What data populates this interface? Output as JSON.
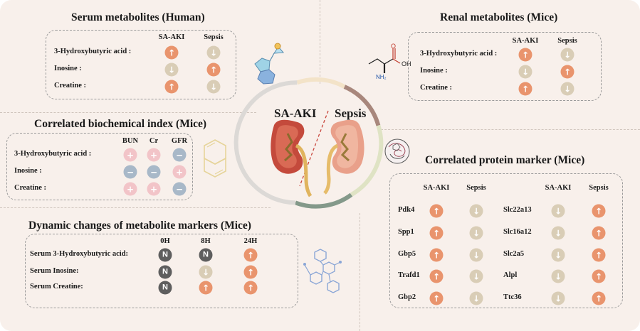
{
  "colors": {
    "background": "#f8f0eb",
    "up": "#e9946d",
    "down": "#d9cdb6",
    "plus": "#f2c4c8",
    "minus": "#a8b8c8",
    "n": "#5e5e5e"
  },
  "glyphs": {
    "up": "↑",
    "down": "↓",
    "plus": "+",
    "minus": "−",
    "n": "N"
  },
  "center": {
    "left_label": "SA-AKI",
    "right_label": "Sepsis"
  },
  "serum_human": {
    "title": "Serum metabolites (Human)",
    "columns": [
      "SA-AKI",
      "Sepsis"
    ],
    "rows": [
      {
        "label": "3-Hydroxybutyric acid :",
        "values": [
          "up",
          "down"
        ]
      },
      {
        "label": "Inosine :",
        "values": [
          "down",
          "up"
        ]
      },
      {
        "label": "Creatine :",
        "values": [
          "up",
          "down"
        ]
      }
    ]
  },
  "renal_mice": {
    "title": "Renal metabolites (Mice)",
    "columns": [
      "SA-AKI",
      "Sepsis"
    ],
    "rows": [
      {
        "label": "3-Hydroxybutyric acid :",
        "values": [
          "up",
          "down"
        ]
      },
      {
        "label": "Inosine :",
        "values": [
          "down",
          "up"
        ]
      },
      {
        "label": "Creatine :",
        "values": [
          "up",
          "down"
        ]
      }
    ]
  },
  "molecule": {
    "oh": "OH",
    "o": "O",
    "nh2": "NH₂"
  },
  "biochem": {
    "title": "Correlated biochemical index (Mice)",
    "columns": [
      "BUN",
      "Cr",
      "GFR"
    ],
    "rows": [
      {
        "label": "3-Hydroxybutyric acid :",
        "values": [
          "plus",
          "plus",
          "minus"
        ]
      },
      {
        "label": "Inosine :",
        "values": [
          "minus",
          "minus",
          "plus"
        ]
      },
      {
        "label": "Creatine :",
        "values": [
          "plus",
          "plus",
          "minus"
        ]
      }
    ]
  },
  "dynamic": {
    "title": "Dynamic changes of metabolite markers (Mice)",
    "columns": [
      "0H",
      "8H",
      "24H"
    ],
    "rows": [
      {
        "label": "Serum 3-Hydroxybutyric acid:",
        "values": [
          "n",
          "n",
          "up"
        ]
      },
      {
        "label": "Serum  Inosine:",
        "values": [
          "n",
          "down",
          "up"
        ]
      },
      {
        "label": "Serum  Creatine:",
        "values": [
          "n",
          "up",
          "up"
        ]
      }
    ]
  },
  "protein": {
    "title": "Correlated protein marker (Mice)",
    "columns": [
      "SA-AKI",
      "Sepsis",
      "SA-AKI",
      "Sepsis"
    ],
    "left_rows": [
      {
        "label": "Pdk4",
        "values": [
          "up",
          "down"
        ]
      },
      {
        "label": "Spp1",
        "values": [
          "up",
          "down"
        ]
      },
      {
        "label": "Gbp5",
        "values": [
          "up",
          "down"
        ]
      },
      {
        "label": "Trafd1",
        "values": [
          "up",
          "down"
        ]
      },
      {
        "label": "Gbp2",
        "values": [
          "up",
          "down"
        ]
      }
    ],
    "right_rows": [
      {
        "label": "Slc22a13",
        "values": [
          "down",
          "up"
        ]
      },
      {
        "label": "Slc16a12",
        "values": [
          "down",
          "up"
        ]
      },
      {
        "label": "Slc2a5",
        "values": [
          "down",
          "up"
        ]
      },
      {
        "label": "Alpl",
        "values": [
          "down",
          "up"
        ]
      },
      {
        "label": "Ttc36",
        "values": [
          "down",
          "up"
        ]
      }
    ]
  }
}
